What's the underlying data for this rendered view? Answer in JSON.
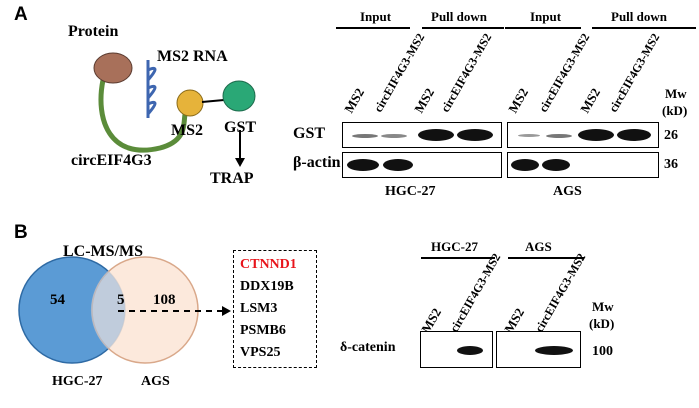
{
  "panel_a": {
    "label": "A",
    "schematic": {
      "protein": "Protein",
      "ms2_rna": "MS2 RNA",
      "ms2": "MS2",
      "gst": "GST",
      "trap": "TRAP",
      "circ": "circEIF4G3"
    },
    "header_input": "Input",
    "header_pulldown": "Pull down",
    "lanes": [
      "MS2",
      "circEIF4G3-MS2",
      "MS2",
      "circEIF4G3-MS2"
    ],
    "mw_label": "Mw",
    "mw_unit": "(kD)",
    "row_gst": "GST",
    "row_actin": "β-actin",
    "mw_gst": "26",
    "mw_actin": "36",
    "cell_left": "HGC-27",
    "cell_right": "AGS"
  },
  "panel_b": {
    "label": "B",
    "venn_title": "LC-MS/MS",
    "venn_left_count": "54",
    "venn_overlap_count": "5",
    "venn_right_count": "108",
    "venn_left_label": "HGC-27",
    "venn_right_label": "AGS",
    "proteins": [
      "CTNND1",
      "DDX19B",
      "LSM3",
      "PSMB6",
      "VPS25"
    ],
    "highlight_color": "#e8141b",
    "left_circle_color": "#5b9bd5",
    "right_circle_color": "#fbe5d6",
    "cell_left": "HGC-27",
    "cell_right": "AGS",
    "lanes_left": [
      "MS2",
      "circEIF4G3-MS2"
    ],
    "lanes_right": [
      "MS2",
      "circEIF4G3-MS2"
    ],
    "mw_label": "Mw",
    "mw_unit": "(kD)",
    "row_label": "δ-catenin",
    "mw_value": "100"
  }
}
